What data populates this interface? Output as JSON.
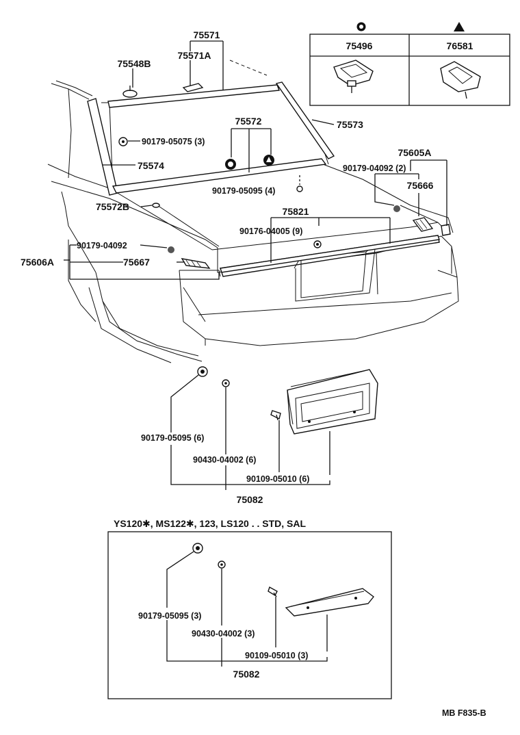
{
  "legend": {
    "items": [
      {
        "symbol": "circle-symbol",
        "part": "75496"
      },
      {
        "symbol": "triangle-symbol",
        "part": "76581"
      }
    ]
  },
  "labels": {
    "p75571": "75571",
    "p75571A": "75571A",
    "p75548B": "75548B",
    "p75573": "75573",
    "p75572": "75572",
    "p90179_05075": "90179-05075 (3)",
    "p75574": "75574",
    "p90179_05095_4": "90179-05095 (4)",
    "p75605A": "75605A",
    "p90179_04092_2": "90179-04092 (2)",
    "p75666": "75666",
    "p75572B": "75572B",
    "p75821": "75821",
    "p90176_04005": "90176-04005 (9)",
    "p90179_04092": "90179-04092",
    "p75606A": "75606A",
    "p75667": "75667",
    "p90179_05095_6": "90179-05095 (6)",
    "p90430_04002_6": "90430-04002 (6)",
    "p90109_05010_6": "90109-05010 (6)",
    "p75082_a": "75082",
    "p90179_05095_3": "90179-05095 (3)",
    "p90430_04002_3": "90430-04002 (3)",
    "p90109_05010_3": "90109-05010 (3)",
    "p75082_b": "75082"
  },
  "variant_heading": "YS120✱, MS122✱, 123, LS120 . . STD, SAL",
  "figure_code": "MB  F835-B"
}
